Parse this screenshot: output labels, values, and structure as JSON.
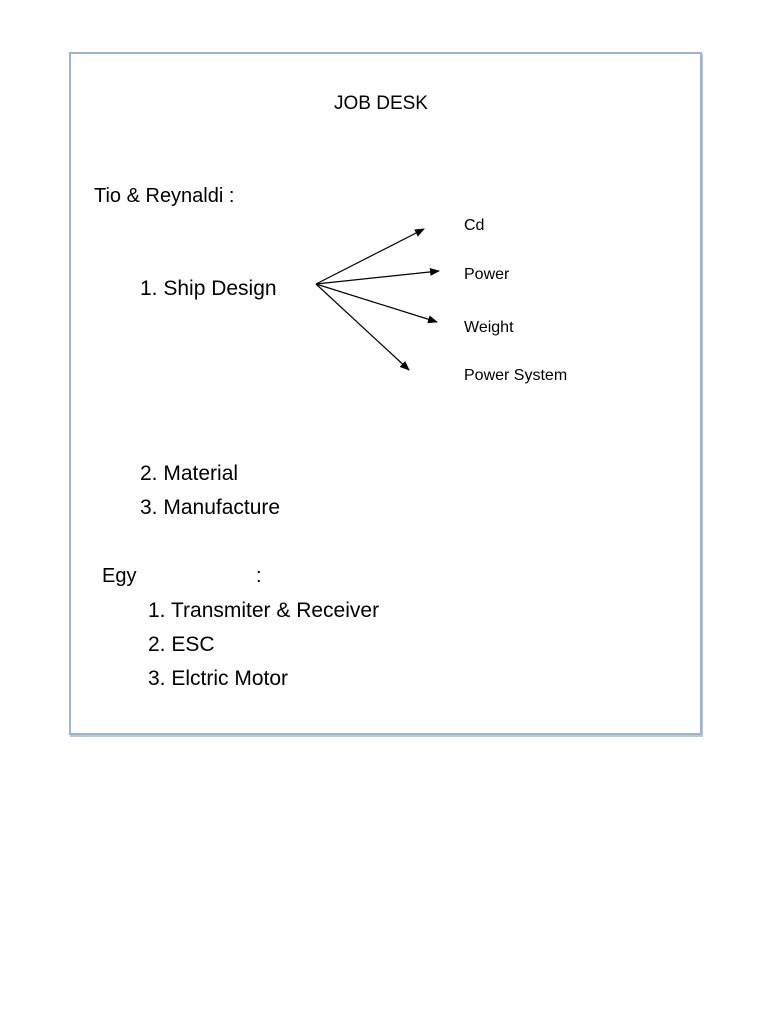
{
  "document": {
    "title": "JOB DESK",
    "section1": {
      "heading": "Tio & Reynaldi :",
      "items": [
        "1. Ship Design",
        "2. Material",
        "3. Manufacture"
      ],
      "ship_design_breakdown": [
        "Cd",
        "Power",
        "Weight",
        "Power System"
      ]
    },
    "section2": {
      "heading": "Egy",
      "colon": ":",
      "items": [
        "1. Transmiter & Receiver",
        "2. ESC",
        "3. Elctric Motor"
      ]
    }
  },
  "colors": {
    "frame_border": "#9fb4c8",
    "text": "#000000"
  }
}
